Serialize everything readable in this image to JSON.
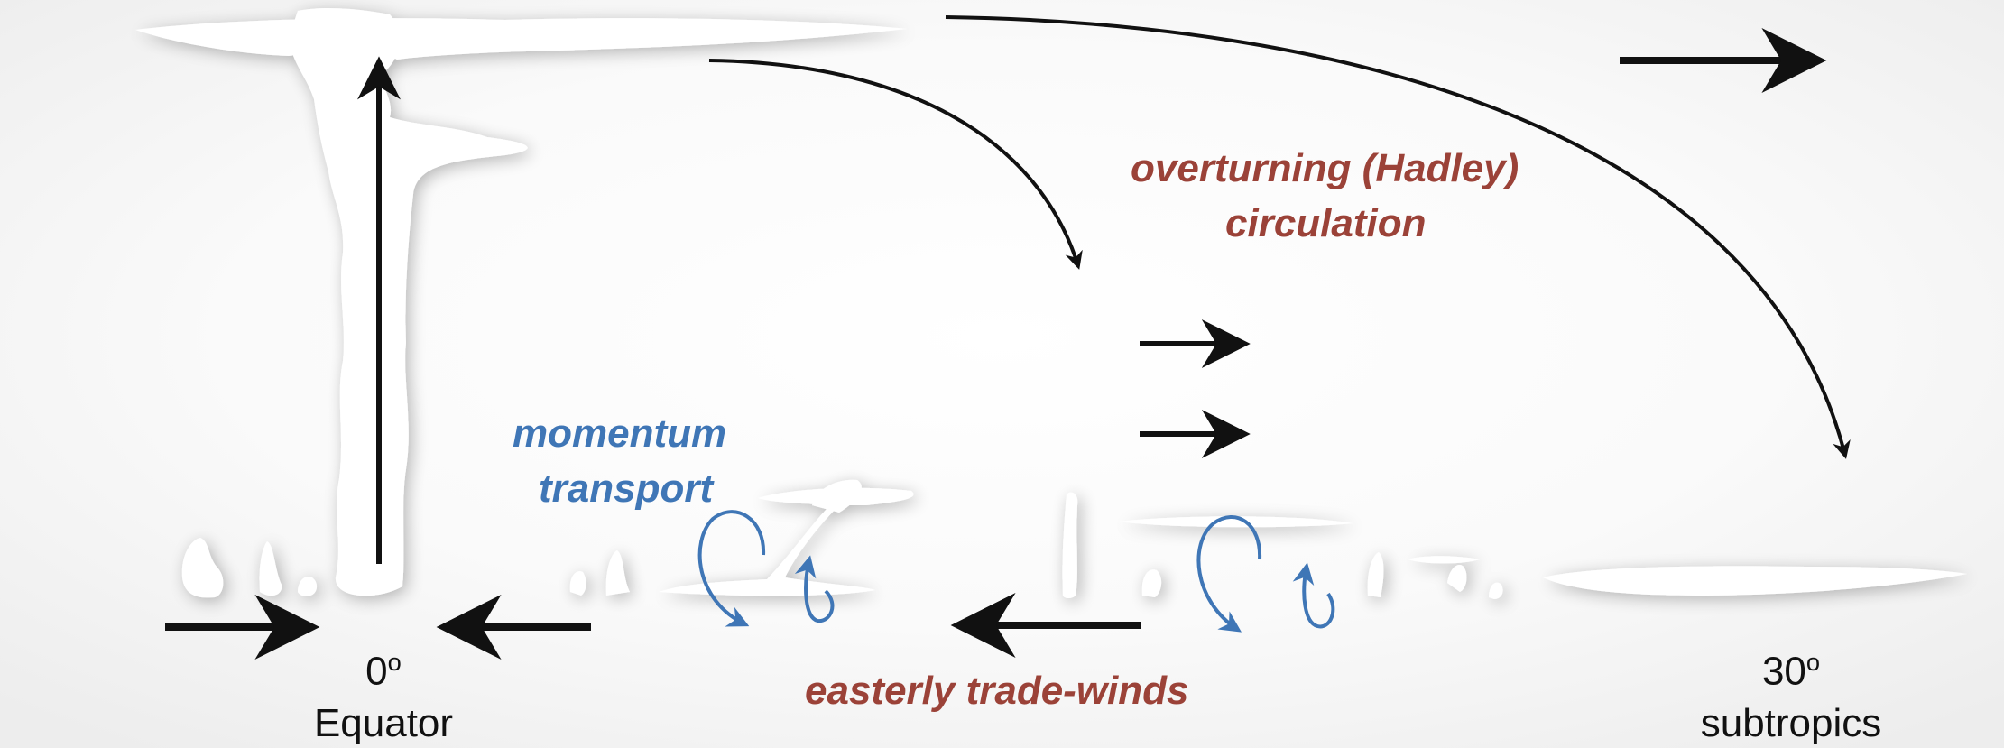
{
  "labels": {
    "hadley_line1": "overturning (Hadley)",
    "hadley_line2": "circulation",
    "momentum_line1": "momentum",
    "momentum_line2": "transport",
    "trade_winds": "easterly trade-winds",
    "equator_degree": "0",
    "equator_degree_sup": "o",
    "equator_name": "Equator",
    "subtropics_degree": "30",
    "subtropics_degree_sup": "o",
    "subtropics_name": "subtropics"
  },
  "colors": {
    "circulation_label": "#9b4238",
    "momentum_label": "#3f76b6",
    "eddy_arrows": "#3f76b6",
    "flow_arrows": "#111111",
    "clouds": "#ffffff",
    "background_shade": "#ebebeb"
  }
}
